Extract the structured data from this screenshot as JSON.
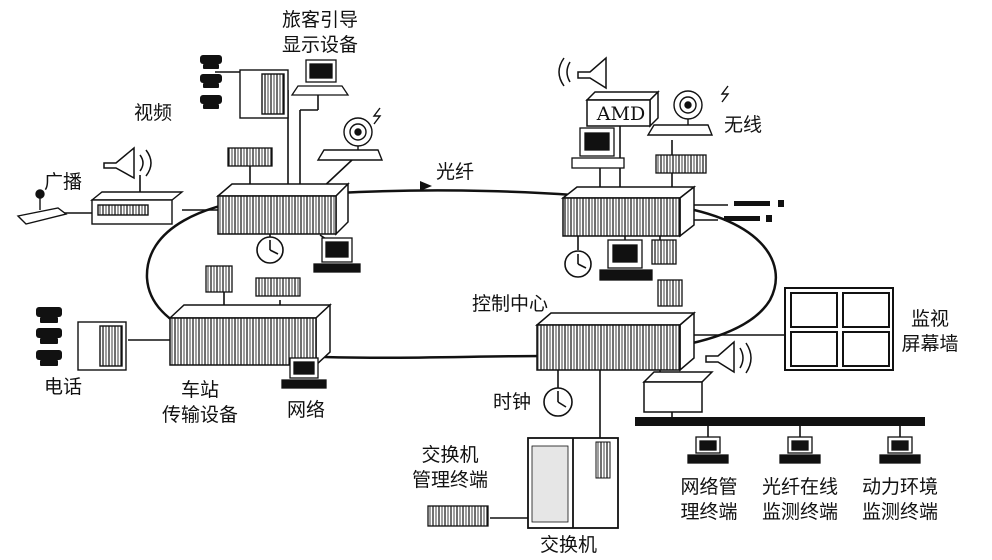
{
  "labels": {
    "passenger_display": "旅客引导\n显示设备",
    "video": "视频",
    "broadcast": "广播",
    "fiber": "光纤",
    "amd": "AMD",
    "wireless": "无线",
    "control_center": "控制中心",
    "monitor_wall": "监视\n屏幕墙",
    "telephone": "电话",
    "station_transmission": "车站\n传输设备",
    "network": "网络",
    "clock": "时钟",
    "switch_mgmt_terminal": "交换机\n管理终端",
    "switch": "交换机",
    "network_mgmt_terminal": "网络管\n理终端",
    "fiber_monitor_terminal": "光纤在线\n监测终端",
    "power_env_terminal": "动力环境\n监测终端"
  },
  "colors": {
    "line": "#111111",
    "background": "#ffffff"
  }
}
